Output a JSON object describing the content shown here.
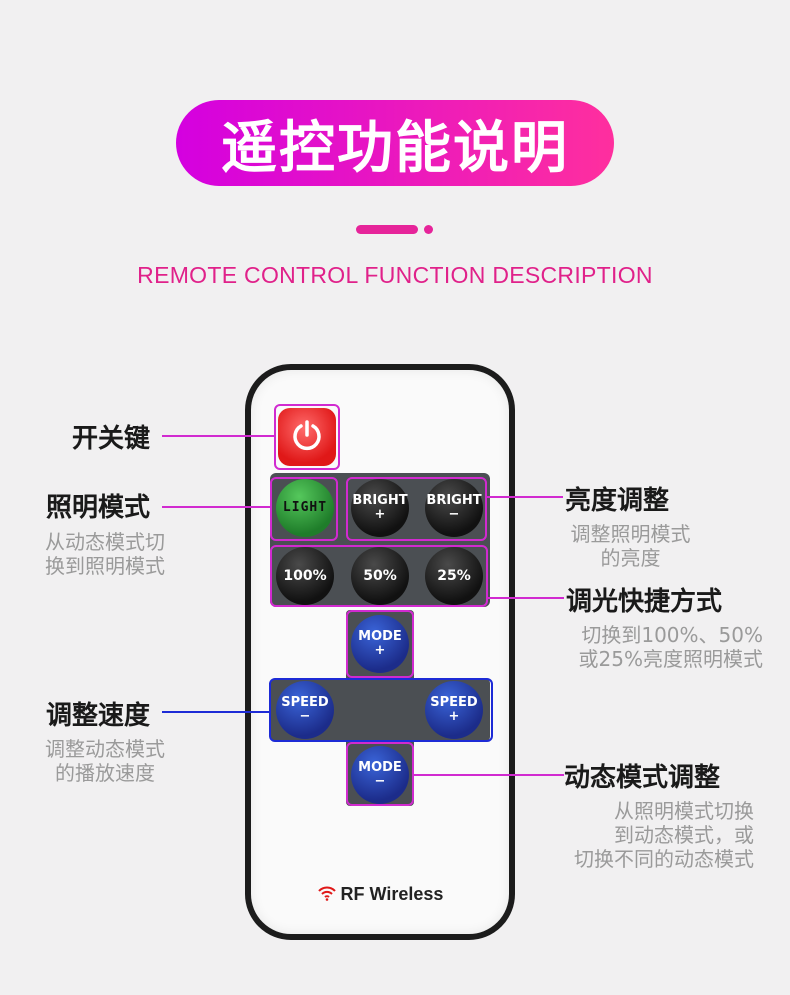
{
  "header": {
    "title": "遥控功能说明",
    "subtitle": "REMOTE CONTROL FUNCTION DESCRIPTION"
  },
  "remote": {
    "buttons": {
      "light": "LIGHT",
      "bright_up": [
        "BRIGHT",
        "+"
      ],
      "bright_down": [
        "BRIGHT",
        "−"
      ],
      "pct100": "100%",
      "pct50": "50%",
      "pct25": "25%",
      "mode_up": [
        "MODE",
        "+"
      ],
      "mode_down": [
        "MODE",
        "−"
      ],
      "speed_down": [
        "SPEED",
        "−"
      ],
      "speed_up": [
        "SPEED",
        "+"
      ]
    },
    "rf_label": "RF Wireless",
    "power_icon": "power-icon",
    "wifi_icon": "wifi-icon"
  },
  "annotations": {
    "power": {
      "label": "开关键"
    },
    "light_mode": {
      "label": "照明模式",
      "desc": "从动态模式切\n换到照明模式"
    },
    "brightness": {
      "label": "亮度调整",
      "desc": "调整照明模式\n的亮度"
    },
    "quick_dim": {
      "label": "调光快捷方式",
      "desc": "切换到100%、50%\n或25%亮度照明模式"
    },
    "speed": {
      "label": "调整速度",
      "desc": "调整动态模式\n的播放速度"
    },
    "dynamic_mode": {
      "label": "动态模式调整",
      "desc": "从照明模式切换\n到动态模式，或\n切换不同的动态模式"
    }
  },
  "colors": {
    "accent_magenta": "#e0218a",
    "highlight_magenta": "#d12ad0",
    "highlight_blue": "#1d2bd6",
    "gradient_start": "#d400e0",
    "gradient_end": "#ff2f9e"
  }
}
